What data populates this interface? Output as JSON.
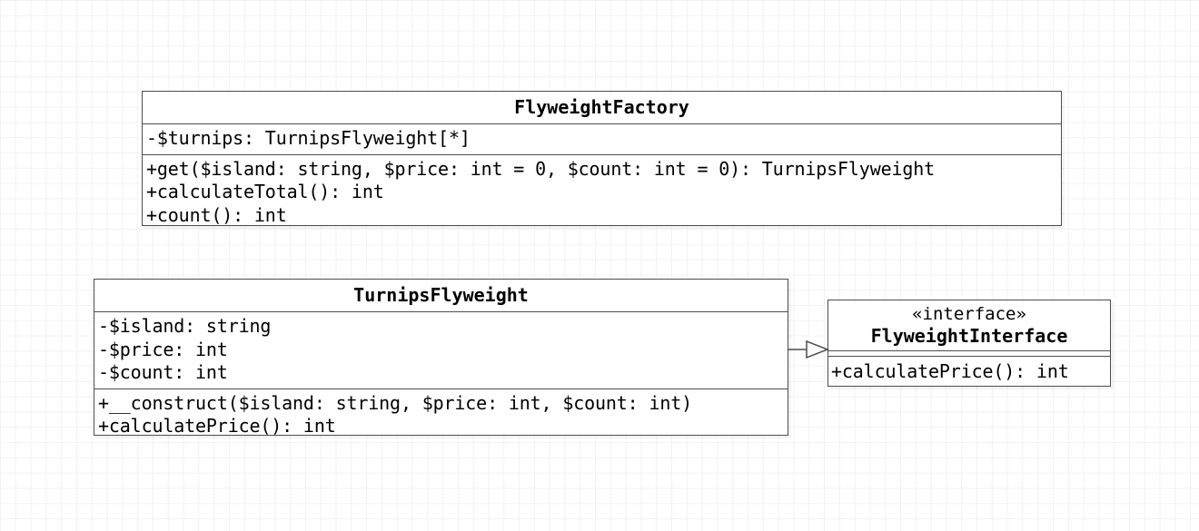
{
  "diagram": {
    "type": "uml-class-diagram",
    "background": "#ffffff",
    "grid_color": "#f2f2f2",
    "border_color": "#4d4d4d",
    "text_color": "#000000"
  },
  "classes": {
    "factory": {
      "name": "FlyweightFactory",
      "attributes": [
        "-$turnips: TurnipsFlyweight[*]"
      ],
      "methods": [
        "+get($island: string, $price: int = 0, $count: int = 0): TurnipsFlyweight",
        "+calculateTotal(): int",
        "+count(): int"
      ]
    },
    "flyweight": {
      "name": "TurnipsFlyweight",
      "attributes": [
        "-$island: string",
        "-$price: int",
        "-$count: int"
      ],
      "methods": [
        "+__construct($island: string, $price: int, $count: int)",
        "+calculatePrice(): int"
      ]
    },
    "interface": {
      "stereotype": "«interface»",
      "name": "FlyweightInterface",
      "methods": [
        "+calculatePrice(): int"
      ]
    }
  },
  "relationships": [
    {
      "kind": "realization",
      "source": "TurnipsFlyweight",
      "target": "FlyweightInterface",
      "arrow": "hollow-triangle"
    }
  ]
}
